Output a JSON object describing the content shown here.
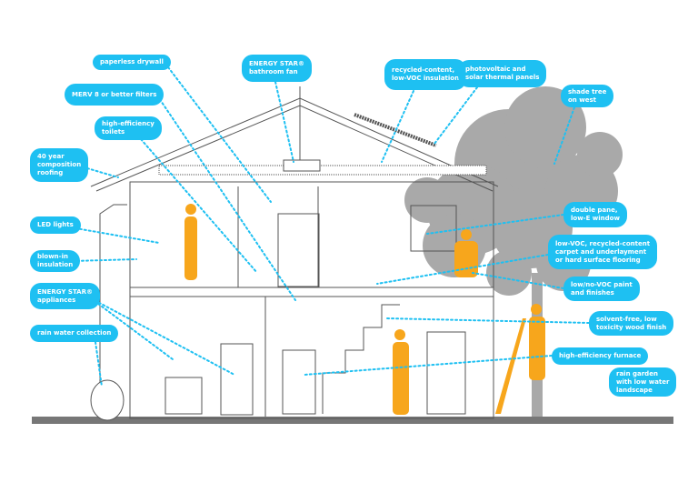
{
  "colors": {
    "callout": "#1ec0f2",
    "people": "#f7a61c",
    "tree": "#a9a9a9",
    "ground": "#777777"
  },
  "callouts": [
    {
      "id": "paperless-drywall",
      "text": "paperless drywall"
    },
    {
      "id": "merv-filters",
      "text": "MERV 8 or better filters"
    },
    {
      "id": "toilets",
      "text": "high-efficiency\ntoilets"
    },
    {
      "id": "roofing",
      "text": "40 year\ncomposition\nroofing"
    },
    {
      "id": "led-lights",
      "text": "LED lights"
    },
    {
      "id": "blown-in",
      "text": "blown-in\ninsulation"
    },
    {
      "id": "appliances",
      "text": "ENERGY STAR®\nappliances"
    },
    {
      "id": "rain-water",
      "text": "rain water collection"
    },
    {
      "id": "bathroom-fan",
      "text": "ENERGY STAR®\nbathroom fan"
    },
    {
      "id": "insulation",
      "text": "recycled-content,\nlow-VOC insulation"
    },
    {
      "id": "solar",
      "text": "photovoltaic and\nsolar thermal panels"
    },
    {
      "id": "shade-tree",
      "text": "shade tree\non west"
    },
    {
      "id": "window",
      "text": "double pane,\nlow-E window"
    },
    {
      "id": "flooring",
      "text": "low-VOC, recycled-content\ncarpet and underlayment\nor hard surface flooring"
    },
    {
      "id": "paint",
      "text": "low/no-VOC paint\nand finishes"
    },
    {
      "id": "wood-finish",
      "text": "solvent-free, low\ntoxicity wood finish"
    },
    {
      "id": "furnace",
      "text": "high-efficiency furnace"
    },
    {
      "id": "rain-garden",
      "text": "rain garden\nwith low water\nlandscape"
    }
  ]
}
